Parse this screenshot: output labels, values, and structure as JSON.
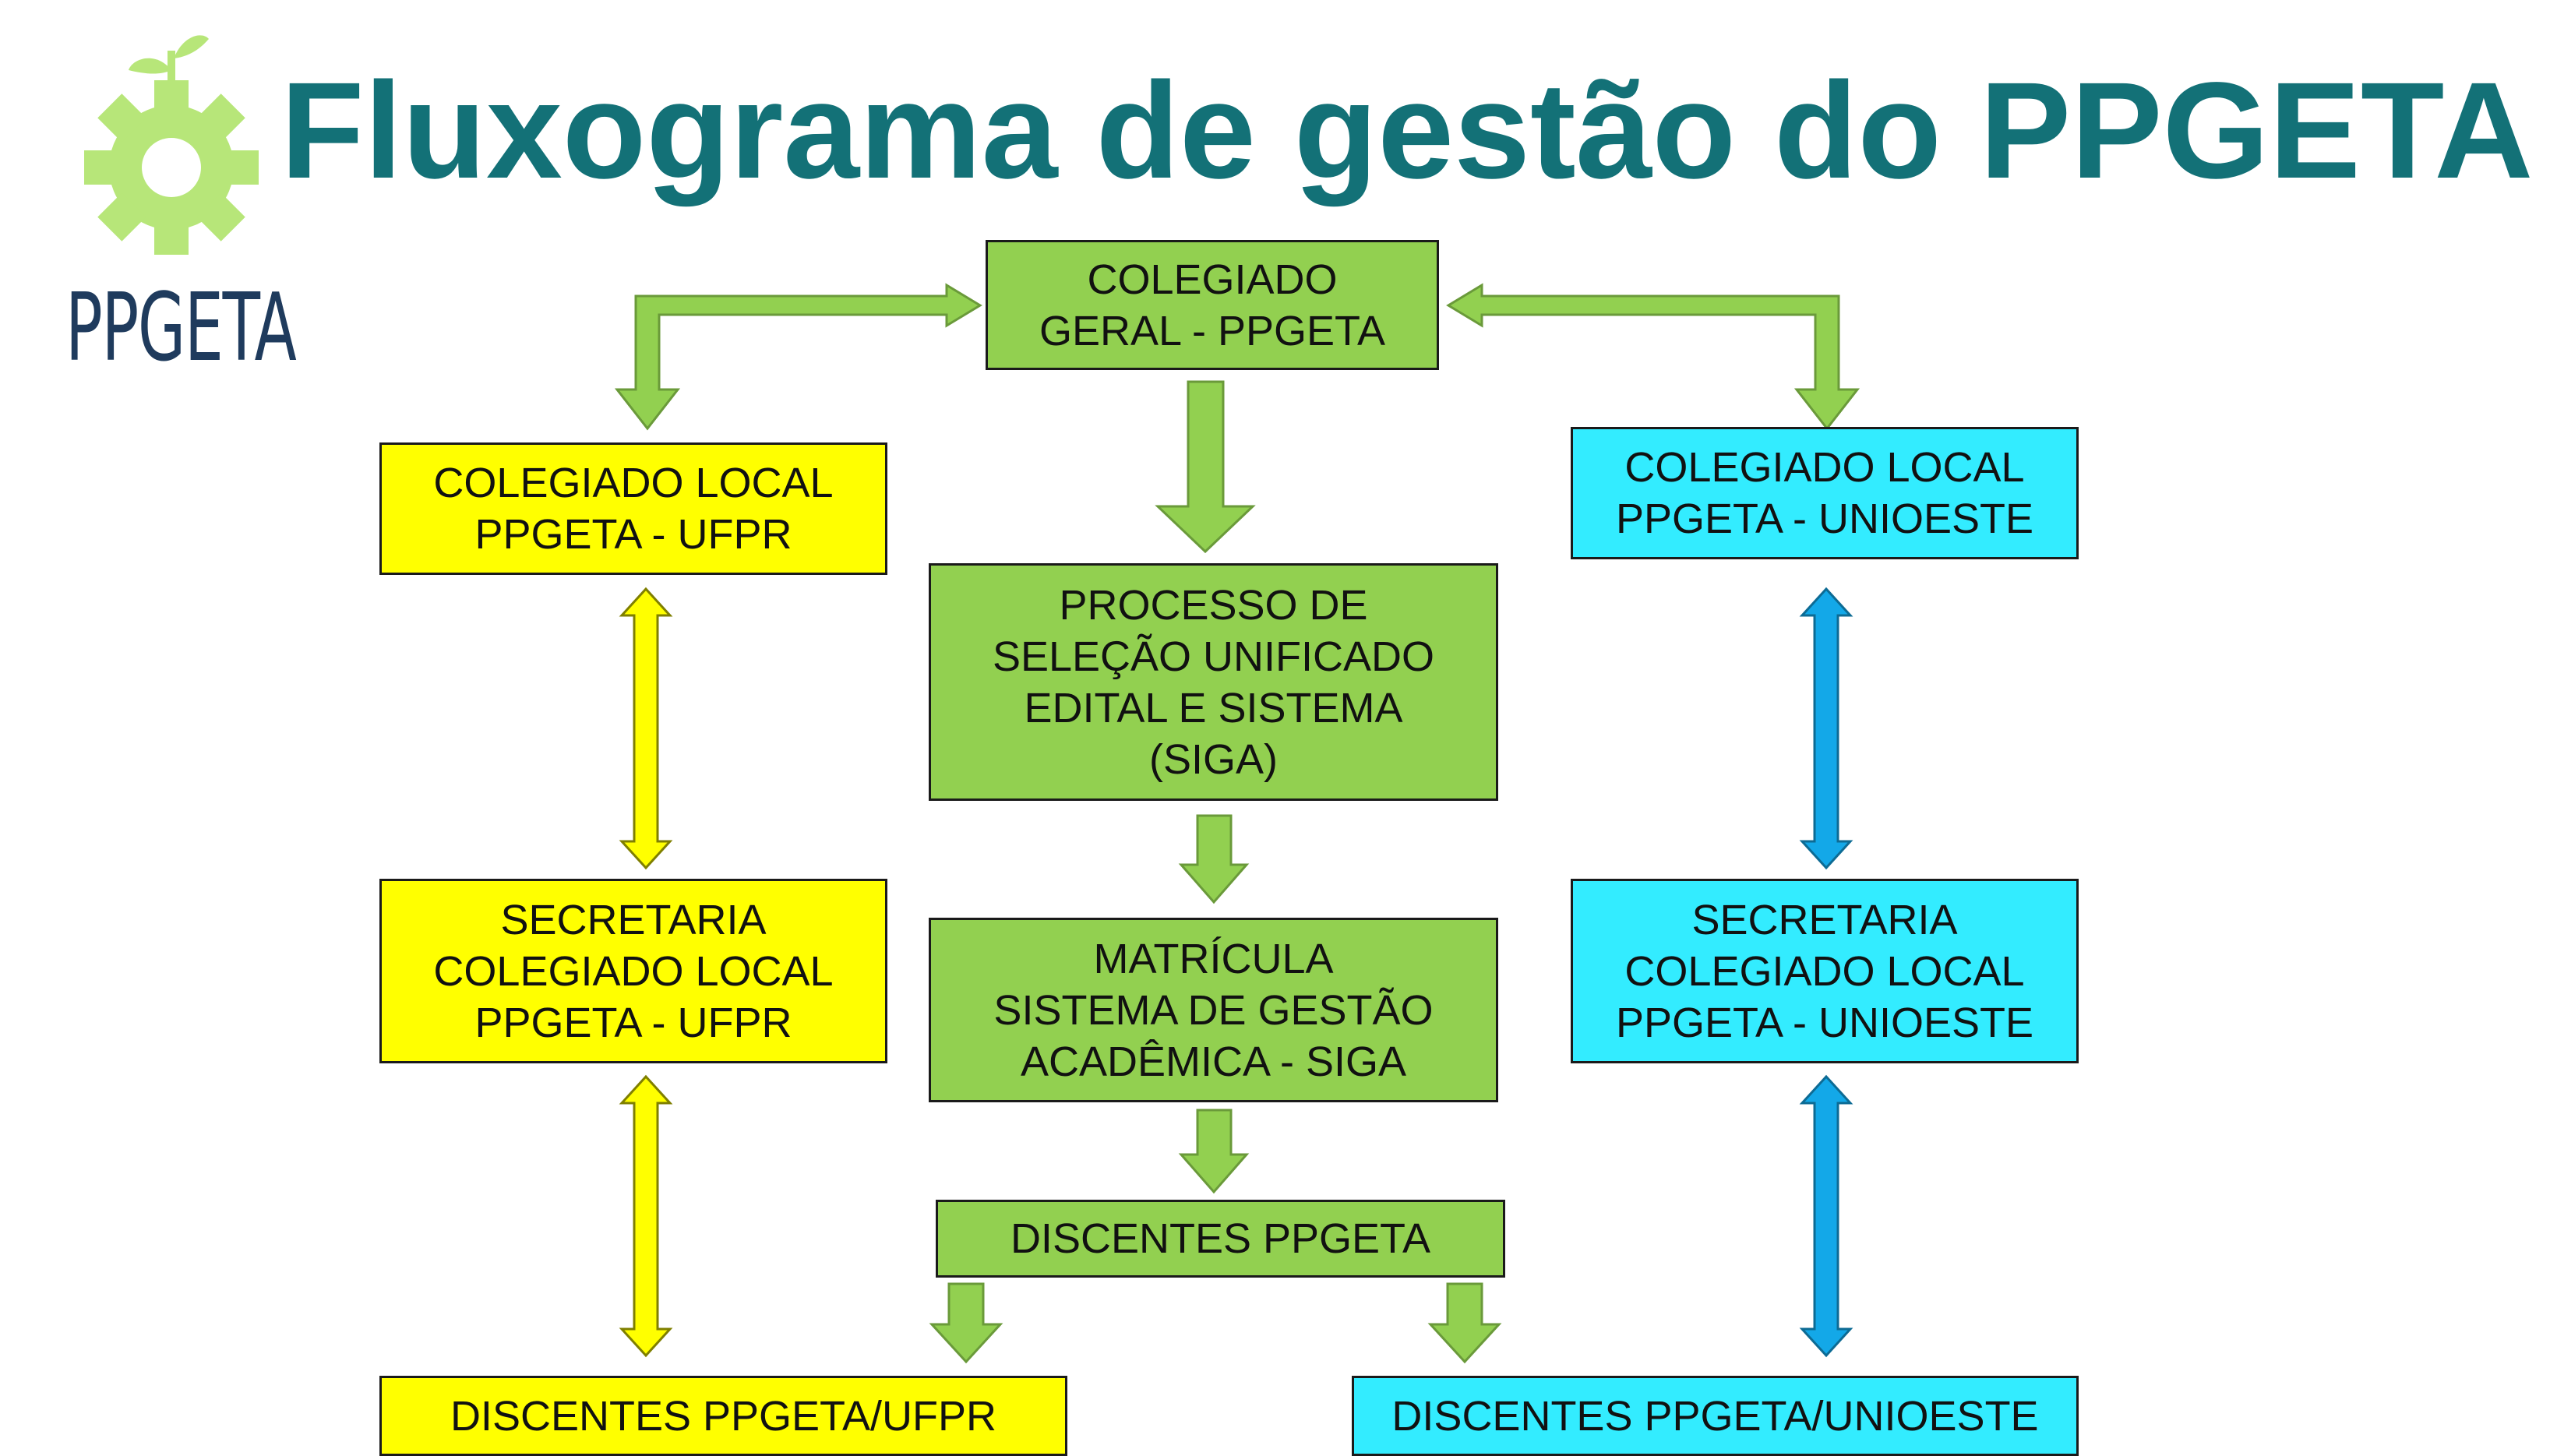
{
  "header": {
    "title": "Fluxograma de gestão do PPGETA",
    "logo_text": "PPGETA",
    "logo_icon": "gear-sprout-icon"
  },
  "colors": {
    "title": "#137177",
    "green": "#92d050",
    "yellow": "#ffff00",
    "cyan": "#33ecff",
    "blue_arrow": "#13a8e8",
    "logo_gear": "#b7e679",
    "logo_text": "#1f3b5d"
  },
  "nodes": {
    "colegiado_geral": "COLEGIADO\nGERAL - PPGETA",
    "colegiado_ufpr": "COLEGIADO LOCAL\nPPGETA - UFPR",
    "colegiado_unioeste": "COLEGIADO LOCAL\nPPGETA - UNIOESTE",
    "processo_selecao": "PROCESSO DE\nSELEÇÃO UNIFICADO\nEDITAL E SISTEMA\n(SIGA)",
    "secretaria_ufpr": "SECRETARIA\nCOLEGIADO LOCAL\nPPGETA - UFPR",
    "matricula": "MATRÍCULA\nSISTEMA DE GESTÃO\nACADÊMICA - SIGA",
    "secretaria_unioeste": "SECRETARIA\nCOLEGIADO LOCAL\nPPGETA - UNIOESTE",
    "discentes": "DISCENTES PPGETA",
    "discentes_ufpr": "DISCENTES PPGETA/UFPR",
    "discentes_unioeste": "DISCENTES PPGETA/UNIOESTE"
  }
}
